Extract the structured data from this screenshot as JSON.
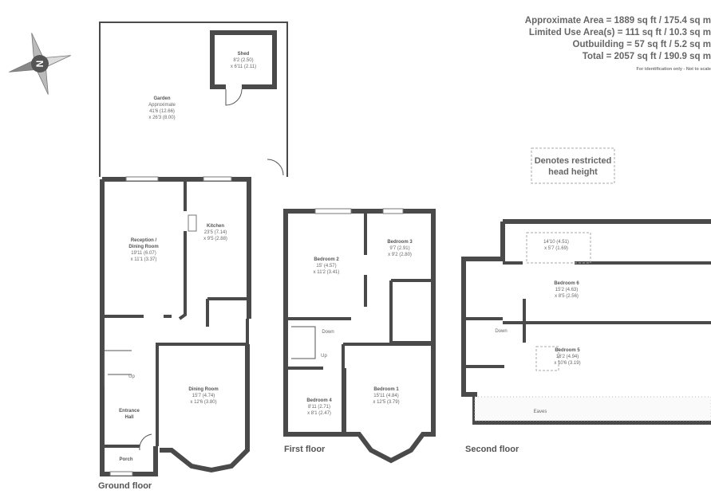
{
  "areas": {
    "approximate": "Approximate Area = 1889 sq ft / 175.4 sq m",
    "limited_use": "Limited Use Area(s) = 111 sq ft / 10.3 sq m",
    "outbuilding": "Outbuilding = 57 sq ft / 5.2 sq m",
    "total": "Total = 2057 sq ft / 190.9 sq m",
    "note": "For identification only - Not to scale"
  },
  "legend": {
    "restricted_line1": "Denotes restricted",
    "restricted_line2": "head height"
  },
  "compass": {
    "letter": "N"
  },
  "garden": {
    "name": "Garden",
    "line1": "Approximate",
    "line2": "41'6 (12.66)",
    "line3": "x 26'3 (8.00)"
  },
  "shed": {
    "name": "Shed",
    "line1": "8'2 (2.50)",
    "line2": "x 6'11 (2.11)"
  },
  "ground_floor": {
    "label": "Ground floor",
    "reception": {
      "name1": "Reception /",
      "name2": "Dining Room",
      "dim1": "19'11 (6.07)",
      "dim2": "x 11'1 (3.37)"
    },
    "kitchen": {
      "name": "Kitchen",
      "dim1": "23'5 (7.14)",
      "dim2": "x 9'5 (2.88)"
    },
    "dining": {
      "name": "Dining Room",
      "dim1": "15'7 (4.74)",
      "dim2": "x 12'6 (3.80)"
    },
    "hall": {
      "name1": "Entrance",
      "name2": "Hall"
    },
    "porch": {
      "name": "Porch"
    },
    "stairs": "Up"
  },
  "first_floor": {
    "label": "First floor",
    "bedroom2": {
      "name": "Bedroom 2",
      "dim1": "15' (4.57)",
      "dim2": "x 11'2 (3.41)"
    },
    "bedroom3": {
      "name": "Bedroom 3",
      "dim1": "9'7 (2.91)",
      "dim2": "x 9'2 (2.80)"
    },
    "bedroom4": {
      "name": "Bedroom 4",
      "dim1": "8'11 (2.71)",
      "dim2": "x 8'1 (2.47)"
    },
    "bedroom1": {
      "name": "Bedroom 1",
      "dim1": "15'11 (4.84)",
      "dim2": "x 12'5 (3.79)"
    },
    "down": "Down",
    "up": "Up"
  },
  "second_floor": {
    "label": "Second floor",
    "restricted": {
      "dim1": "14'10 (4.51)",
      "dim2": "x 5'7 (1.69)"
    },
    "bedroom6": {
      "name": "Bedroom 6",
      "dim1": "15'2 (4.63)",
      "dim2": "x 8'5 (2.56)"
    },
    "bedroom5": {
      "name": "Bedroom 5",
      "dim1": "16'2 (4.94)",
      "dim2": "x 10'6 (3.19)"
    },
    "down": "Down",
    "eaves": "Eaves"
  }
}
